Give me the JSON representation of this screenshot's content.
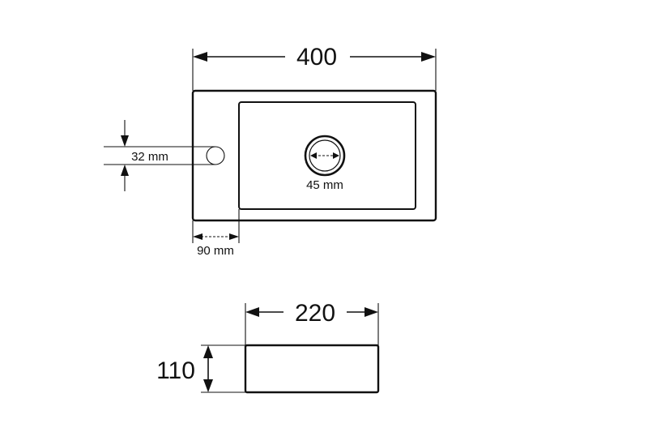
{
  "top_view": {
    "width_label": "400",
    "tap_hole_label": "32 mm",
    "drain_label": "45 mm",
    "offset_label": "90 mm"
  },
  "side_view": {
    "width_label": "220",
    "height_label": "110"
  }
}
